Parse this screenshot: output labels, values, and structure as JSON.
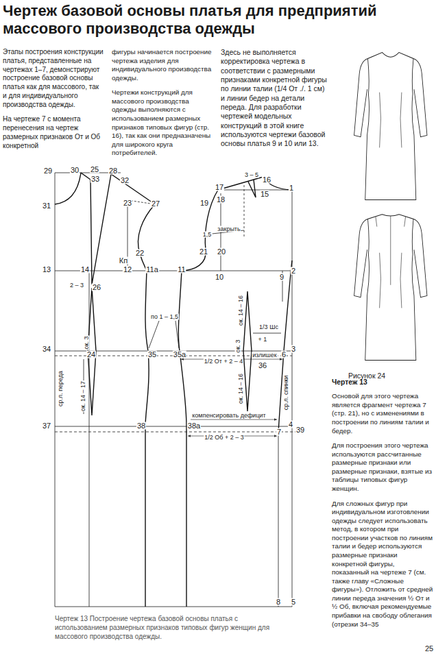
{
  "diagram": {
    "title": "Чертеж базовой основы платья для предприятий массового производства одежды",
    "caption": "Чертеж 13 Построение чертежа базовой основы платья с использованием размерных признаков типовых фигур женщин для массового производства одежды.",
    "labels": [
      "Этапы построения конструкции платья, представленные на чертежах 1–7, демонстрируют построение базовой основы платья как для массового, так и для индивидуального производства одежды.",
      "На чертеже 7 с момента перенесения на чертеж размерных признаков От и Об конкретной",
      "фигуры начинается построение чертежа изделия для индивидуального производства одежды.",
      "Чертежи конструкций для массового производства одежды выполняются с использованием размерных признаков типовых фигур (стр. 16), так как они предназначены для широкого круга потребителей.",
      "Здесь не выполняется корректировка чертежа в соответствии с размерными признаками конкретной фигуры по линии талии (1/4 От ./. 1 см) и линии бедер на детали переда. Для разработки чертежей модельных конструкций в этой книге используются чертежи базовой основы платья 9 и 10 или 13.",
      "29",
      "30",
      "25",
      "33",
      "28",
      "32",
      "31",
      "23",
      "27",
      "22",
      "Кп",
      "13",
      "14",
      "12",
      "11а",
      "11",
      "2 – 3",
      "26",
      "3 – 5",
      "17",
      "16",
      "1",
      "15",
      "19",
      "18",
      "закрыть",
      "1,5",
      "21",
      "20",
      "10",
      "9",
      "2",
      "ок. 14 – 16",
      "по 1 – 1,5",
      "1/3 Шс",
      "+ 1",
      "ок. 3",
      "34",
      "24",
      "35",
      "35а",
      "1/2 От + 2 – 4",
      "излишек",
      "6",
      "3",
      "36",
      "ок. 3",
      "ок. 14 – 16",
      "ок. 14 – 17",
      "ср.л. переда",
      "ср.л. спинки",
      "компенсировать дефицит",
      "37",
      "38",
      "38а",
      "4",
      "7",
      "39",
      "1/2 Об + 2 – 3",
      "8",
      "5",
      "Рисунок 24",
      "Чертеж 13",
      "Основой для этого чертежа является фрагмент чертежа 7 (стр. 21), но с изменениями в построении по линиям талии и бедер.",
      "Для построения этого чертежа используются рассчитанные размерные признаки или размерные признаки, взятые из таблицы типовых фигур женщин.",
      "Для сложных фигур при индивидуальном изготовлении одежды следует использовать метод, в котором при построении участков по линиям талии и бедер используются размерные признаки конкретной фигуры, показанный на чертеже 7 (см. также главу «Сложные фигуры»). Отложить от средней линии переда значения ½ От и ½ Об, включая рекомендуемые прибавки на свободу облегания (отрезки 34–35",
      "25"
    ]
  }
}
